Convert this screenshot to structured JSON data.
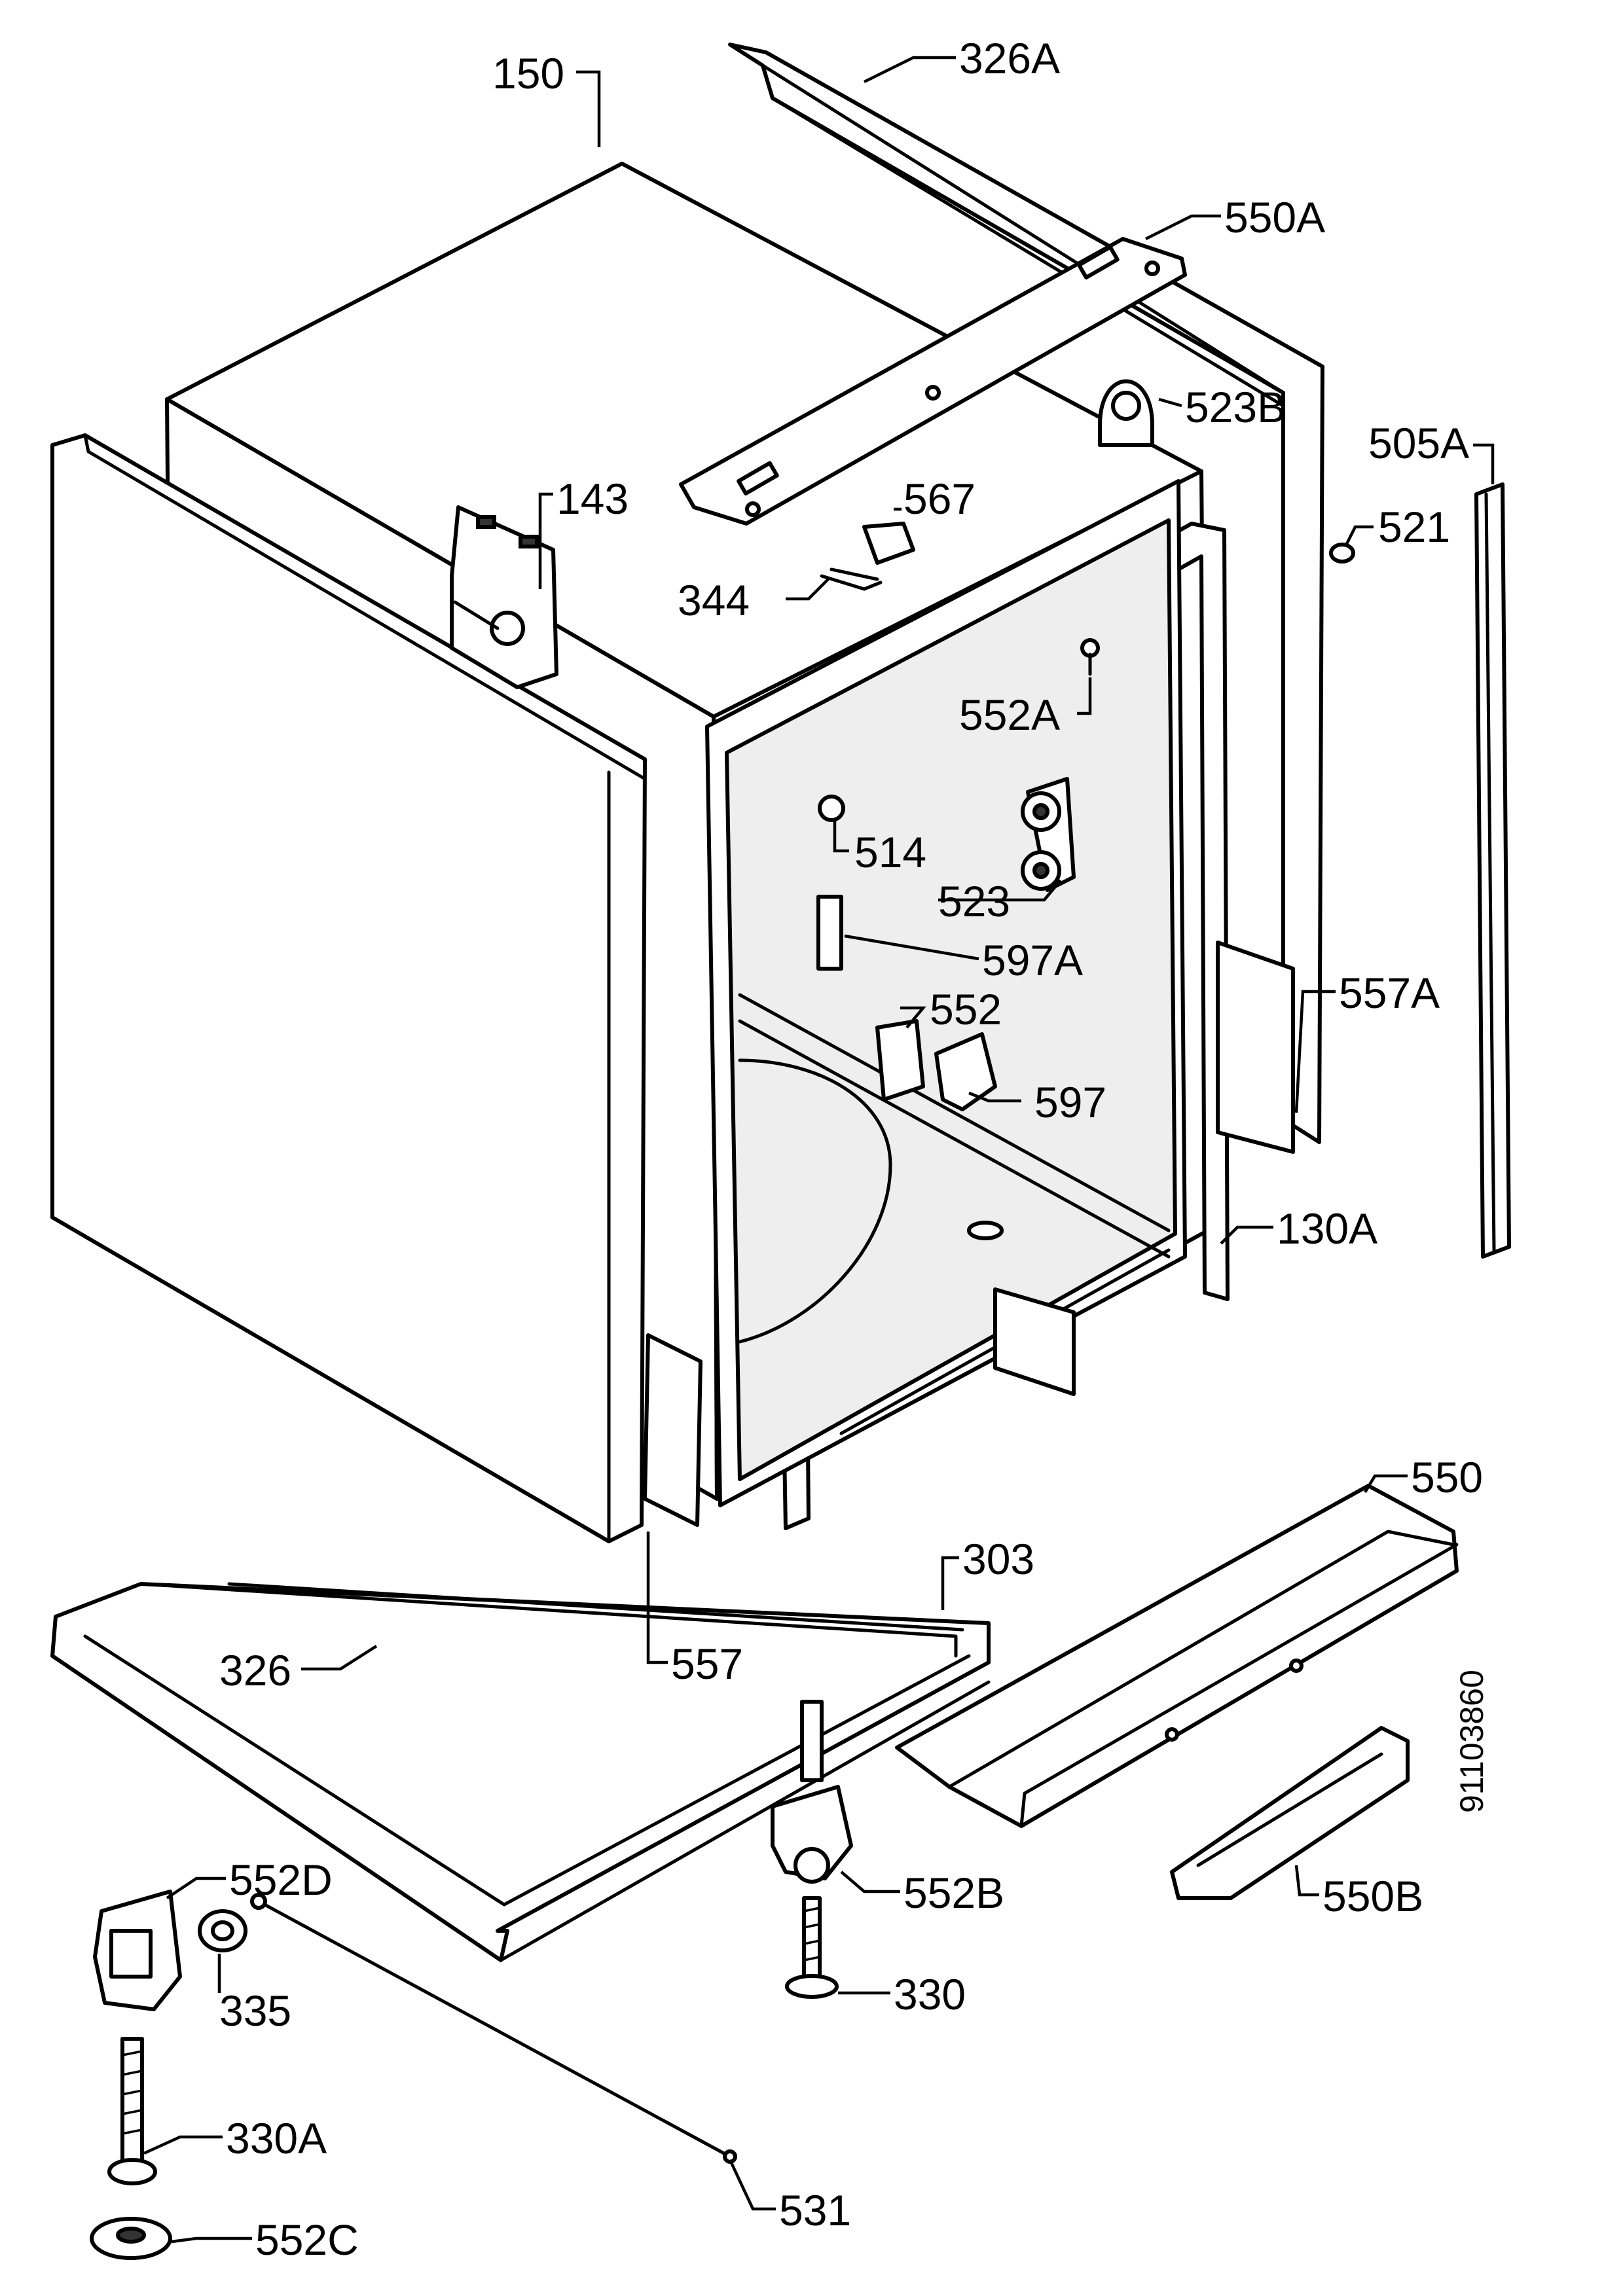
{
  "drawing_number": "91103860",
  "labels": {
    "l150": "150",
    "l326A": "326A",
    "l550A": "550A",
    "l523B": "523B",
    "l505A": "505A",
    "l521": "521",
    "l143": "143",
    "l567": "567",
    "l344": "344",
    "l552A": "552A",
    "l514": "514",
    "l523": "523",
    "l597A": "597A",
    "l552": "552",
    "l597": "597",
    "l557A": "557A",
    "l130A": "130A",
    "l550": "550",
    "l303": "303",
    "l326": "326",
    "l557": "557",
    "l552D": "552D",
    "l335": "335",
    "l552B": "552B",
    "l550B": "550B",
    "l330": "330",
    "l330A": "330A",
    "l531": "531",
    "l552C": "552C"
  }
}
